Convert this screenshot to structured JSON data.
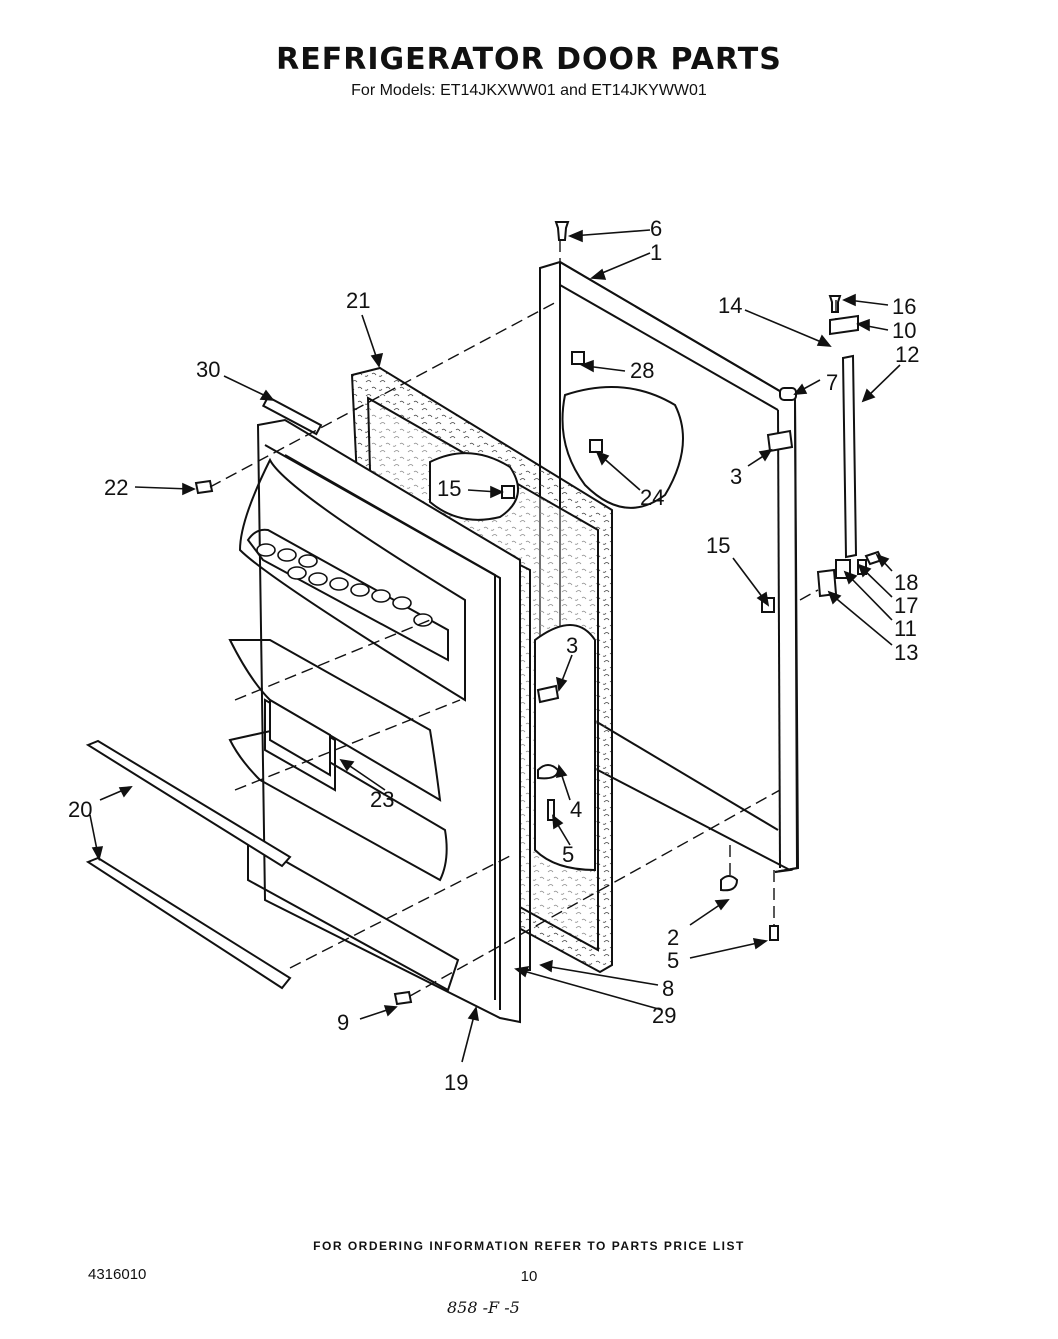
{
  "header": {
    "title": "REFRIGERATOR DOOR PARTS",
    "subtitle": "For Models: ET14JKXWW01 and ET14JKYWW01"
  },
  "callouts": [
    {
      "id": "c6",
      "label": "6"
    },
    {
      "id": "c1",
      "label": "1"
    },
    {
      "id": "c21",
      "label": "21"
    },
    {
      "id": "c14",
      "label": "14"
    },
    {
      "id": "c16",
      "label": "16"
    },
    {
      "id": "c10",
      "label": "10"
    },
    {
      "id": "c30",
      "label": "30"
    },
    {
      "id": "c28",
      "label": "28"
    },
    {
      "id": "c12",
      "label": "12"
    },
    {
      "id": "c7",
      "label": "7"
    },
    {
      "id": "c22",
      "label": "22"
    },
    {
      "id": "c15a",
      "label": "15"
    },
    {
      "id": "c24",
      "label": "24"
    },
    {
      "id": "c3a",
      "label": "3"
    },
    {
      "id": "c15b",
      "label": "15"
    },
    {
      "id": "c18",
      "label": "18"
    },
    {
      "id": "c17",
      "label": "17"
    },
    {
      "id": "c11",
      "label": "11"
    },
    {
      "id": "c13",
      "label": "13"
    },
    {
      "id": "c3b",
      "label": "3"
    },
    {
      "id": "c4",
      "label": "4"
    },
    {
      "id": "c5a",
      "label": "5"
    },
    {
      "id": "c20",
      "label": "20"
    },
    {
      "id": "c23",
      "label": "23"
    },
    {
      "id": "c2",
      "label": "2"
    },
    {
      "id": "c5b",
      "label": "5"
    },
    {
      "id": "c8",
      "label": "8"
    },
    {
      "id": "c9",
      "label": "9"
    },
    {
      "id": "c29",
      "label": "29"
    },
    {
      "id": "c19",
      "label": "19"
    }
  ],
  "footer": {
    "ordering_note": "FOR ORDERING INFORMATION REFER TO PARTS PRICE LIST",
    "doc_number": "4316010",
    "page_number": "10",
    "handwritten_note": "858 -F -5"
  }
}
